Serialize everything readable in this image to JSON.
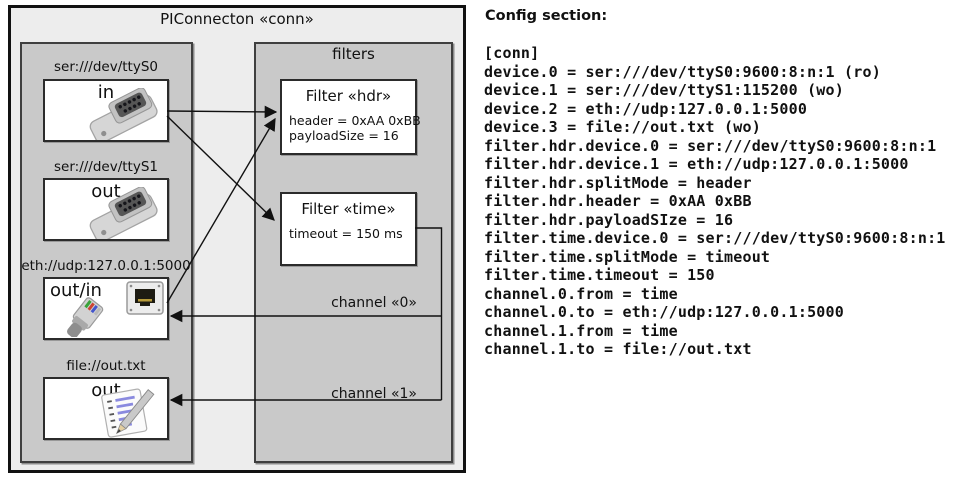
{
  "diagram": {
    "title": "PIConnecton «conn»",
    "devices": [
      {
        "uri": "ser:///dev/ttyS0",
        "direction": "in",
        "icon": "serial-connector-icon"
      },
      {
        "uri": "ser:///dev/ttyS1",
        "direction": "out",
        "icon": "serial-connector-icon"
      },
      {
        "uri": "eth://udp:127.0.0.1:5000",
        "direction": "out/in",
        "icon": "ethernet-connector-icon"
      },
      {
        "uri": "file://out.txt",
        "direction": "out",
        "icon": "notepad-icon"
      }
    ],
    "filters_title": "filters",
    "filters": [
      {
        "title": "Filter «hdr»",
        "params": [
          "header = 0xAA 0xBB",
          "payloadSize = 16"
        ]
      },
      {
        "title": "Filter «time»",
        "params": [
          "timeout = 150 ms"
        ]
      }
    ],
    "channels": [
      {
        "label": "channel «0»"
      },
      {
        "label": "channel «1»"
      }
    ],
    "colors": {
      "outer_fill": "#ededed",
      "panel_fill": "#c9c9c9",
      "box_fill": "#ffffff",
      "line": "#111111"
    }
  },
  "config": {
    "heading": "Config section:",
    "lines": [
      "[conn]",
      "device.0 = ser:///dev/ttyS0:9600:8:n:1 (ro)",
      "device.1 = ser:///dev/ttyS1:115200 (wo)",
      "device.2 = eth://udp:127.0.0.1:5000",
      "device.3 = file://out.txt (wo)",
      "filter.hdr.device.0 = ser:///dev/ttyS0:9600:8:n:1",
      "filter.hdr.device.1 = eth://udp:127.0.0.1:5000",
      "filter.hdr.splitMode = header",
      "filter.hdr.header = 0xAA 0xBB",
      "filter.hdr.payloadSIze = 16",
      "filter.time.device.0 = ser:///dev/ttyS0:9600:8:n:1",
      "filter.time.splitMode = timeout",
      "filter.time.timeout = 150",
      "channel.0.from = time",
      "channel.0.to = eth://udp:127.0.0.1:5000",
      "channel.1.from = time",
      "channel.1.to = file://out.txt"
    ]
  }
}
